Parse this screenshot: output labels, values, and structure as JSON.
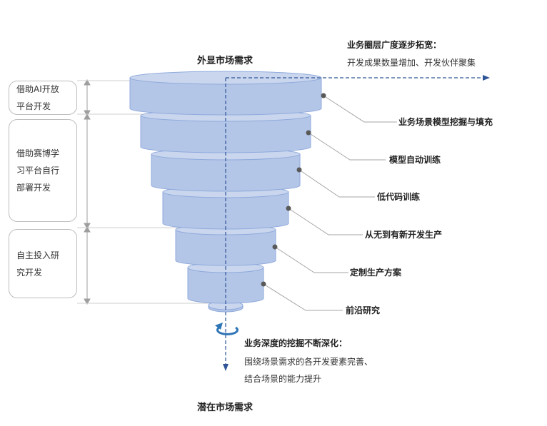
{
  "top_label": "外显市场需求",
  "bottom_label": "潜在市场需求",
  "breadth": {
    "title": "业务圈层广度逐步拓宽：",
    "text": "开发成果数量增加、开发伙伴聚集"
  },
  "depth": {
    "title": "业务深度的挖掘不断深化：",
    "line1": "围绕场景需求的各开发要素完善、",
    "line2": "结合场景的能力提升"
  },
  "tiers": [
    "业务场景模型挖掘与填充",
    "模型自动训练",
    "低代码训练",
    "从无到有新开发生产",
    "定制生产方案",
    "前沿研究"
  ],
  "side_boxes": [
    "借助AI开放\n平台开发",
    "借助赛博学\n习平台自行\n部署开发",
    "自主投入研\n究开发"
  ],
  "colors": {
    "disc_fill": "#b4c6e7",
    "disc_top": "#c9d6ee",
    "disc_stroke": "#8faadc",
    "arrow": "#2f5597",
    "leader": "#a6a6a6",
    "dot": "#595959"
  }
}
